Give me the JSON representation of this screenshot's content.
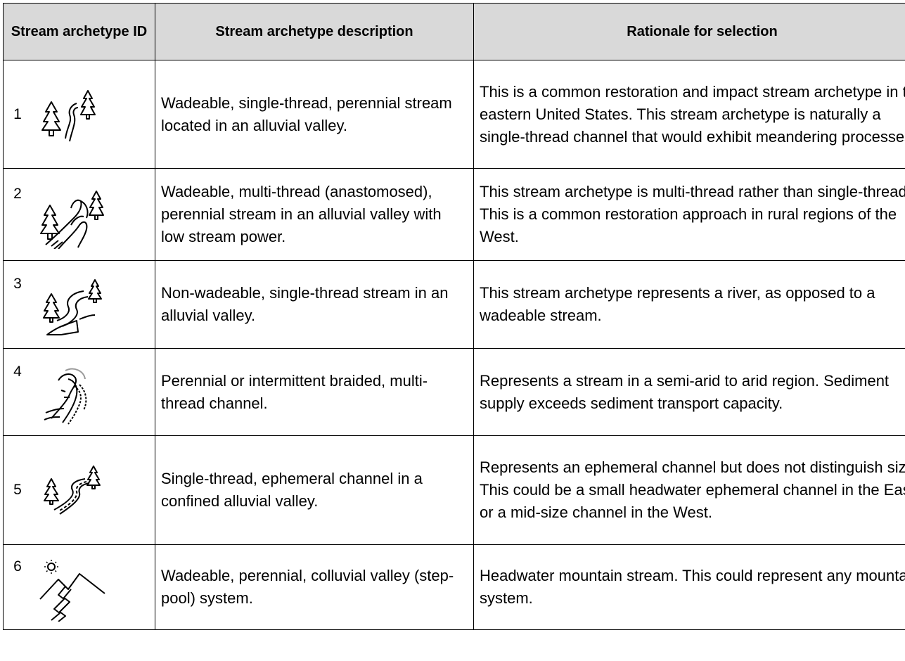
{
  "table": {
    "headers": {
      "id": "Stream archetype ID",
      "description": "Stream archetype description",
      "rationale": "Rationale for selection"
    },
    "rows": [
      {
        "id": "1",
        "icon": "trees-single-stream-icon",
        "description": "Wadeable, single-thread, perennial stream located in an alluvial valley.",
        "rationale": "This is a common restoration and impact stream archetype in the eastern United States. This stream archetype is naturally a single-thread channel that would exhibit meandering processes."
      },
      {
        "id": "2",
        "icon": "trees-anastomosed-stream-icon",
        "description": "Wadeable, multi-thread (anastomosed), perennial stream in an alluvial valley with low stream power.",
        "rationale": "This stream archetype is multi-thread rather than single-thread. This is a common restoration approach in rural regions of the West."
      },
      {
        "id": "3",
        "icon": "trees-river-boat-icon",
        "description": "Non-wadeable, single-thread stream in an alluvial valley.",
        "rationale": "This stream archetype represents a river, as opposed to a wadeable stream."
      },
      {
        "id": "4",
        "icon": "braided-channel-icon",
        "description": "Perennial or intermittent braided, multi-thread channel.",
        "rationale": "Represents a stream in a semi-arid to arid region. Sediment supply exceeds sediment transport capacity."
      },
      {
        "id": "5",
        "icon": "trees-ephemeral-stream-icon",
        "description": "Single-thread, ephemeral channel in a confined alluvial valley.",
        "rationale": "Represents an ephemeral channel but does not distinguish size. This could be a small headwater ephemeral channel in the East or a mid-size channel in the West."
      },
      {
        "id": "6",
        "icon": "sun-mountain-stream-icon",
        "description": "Wadeable, perennial, colluvial valley (step-pool) system.",
        "rationale": "Headwater mountain stream. This could represent any mountain system."
      }
    ]
  },
  "colors": {
    "header_bg": "#d9d9d9",
    "border": "#000000"
  }
}
